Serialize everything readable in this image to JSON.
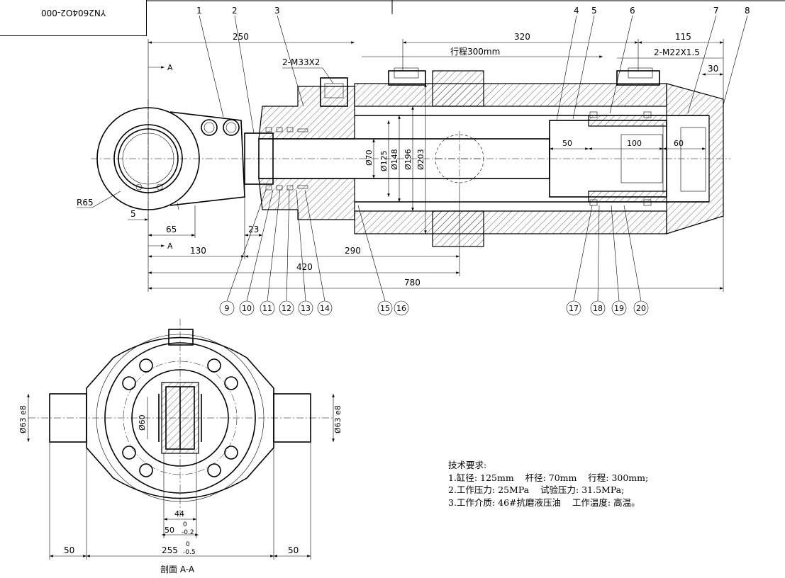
{
  "drawing_number": "YN2604O2-000",
  "dimensions_main": {
    "d250": "250",
    "d320": "320",
    "d115": "115",
    "d30": "30",
    "stroke": "行程300mm",
    "port1": "2-M33X2",
    "port2": "2-M22X1.5",
    "r65": "R65",
    "d5": "5",
    "d65": "65",
    "d23": "23",
    "d130": "130",
    "d290": "290",
    "d420": "420",
    "d780": "780",
    "d50": "50",
    "d100": "100",
    "d60": "60",
    "dia70": "Ø70",
    "dia125": "Ø125",
    "dia148": "Ø148",
    "dia196": "Ø196",
    "dia203": "Ø203",
    "section_mark": "A"
  },
  "part_balloons_top": [
    "1",
    "2",
    "3",
    "4",
    "5",
    "6",
    "7",
    "8"
  ],
  "part_balloons_bottom": [
    "9",
    "10",
    "11",
    "12",
    "13",
    "14",
    "15",
    "16",
    "17",
    "18",
    "19",
    "20"
  ],
  "section_view": {
    "dia63_left": "Ø63 e8",
    "dia63_right": "Ø63 e8",
    "dia60": "Ø60",
    "d44": "44",
    "d50": "50",
    "tol50_upper": "0",
    "tol50_lower": "-0.2",
    "d255": "255",
    "tol255_upper": "0",
    "tol255_lower": "-0.5",
    "d50_left": "50",
    "d50_right": "50",
    "caption": "剖面 A-A"
  },
  "tech_requirements": {
    "heading": "技术要求:",
    "line1": "1.缸径: 125mm    杆径: 70mm    行程: 300mm;",
    "line2": "2.工作压力: 25MPa    试验压力: 31.5MPa;",
    "line3": "3.工作介质: 46#抗磨液压油    工作温度: 高温。"
  }
}
